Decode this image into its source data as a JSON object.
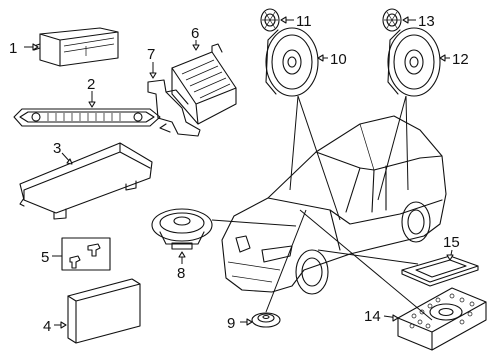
{
  "callouts": [
    {
      "id": "1",
      "label": "1",
      "part": "head-unit"
    },
    {
      "id": "2",
      "label": "2",
      "part": "control-panel"
    },
    {
      "id": "3",
      "label": "3",
      "part": "dash-display-housing"
    },
    {
      "id": "4",
      "label": "4",
      "part": "display-screen"
    },
    {
      "id": "5",
      "label": "5",
      "part": "clips"
    },
    {
      "id": "6",
      "label": "6",
      "part": "amplifier-module"
    },
    {
      "id": "7",
      "label": "7",
      "part": "mounting-bracket"
    },
    {
      "id": "8",
      "label": "8",
      "part": "center-speaker"
    },
    {
      "id": "9",
      "label": "9",
      "part": "small-tweeter"
    },
    {
      "id": "10",
      "label": "10",
      "part": "front-door-speaker"
    },
    {
      "id": "11",
      "label": "11",
      "part": "front-tweeter"
    },
    {
      "id": "12",
      "label": "12",
      "part": "rear-door-speaker"
    },
    {
      "id": "13",
      "label": "13",
      "part": "rear-tweeter"
    },
    {
      "id": "14",
      "label": "14",
      "part": "subwoofer"
    },
    {
      "id": "15",
      "label": "15",
      "part": "subwoofer-cover"
    }
  ]
}
